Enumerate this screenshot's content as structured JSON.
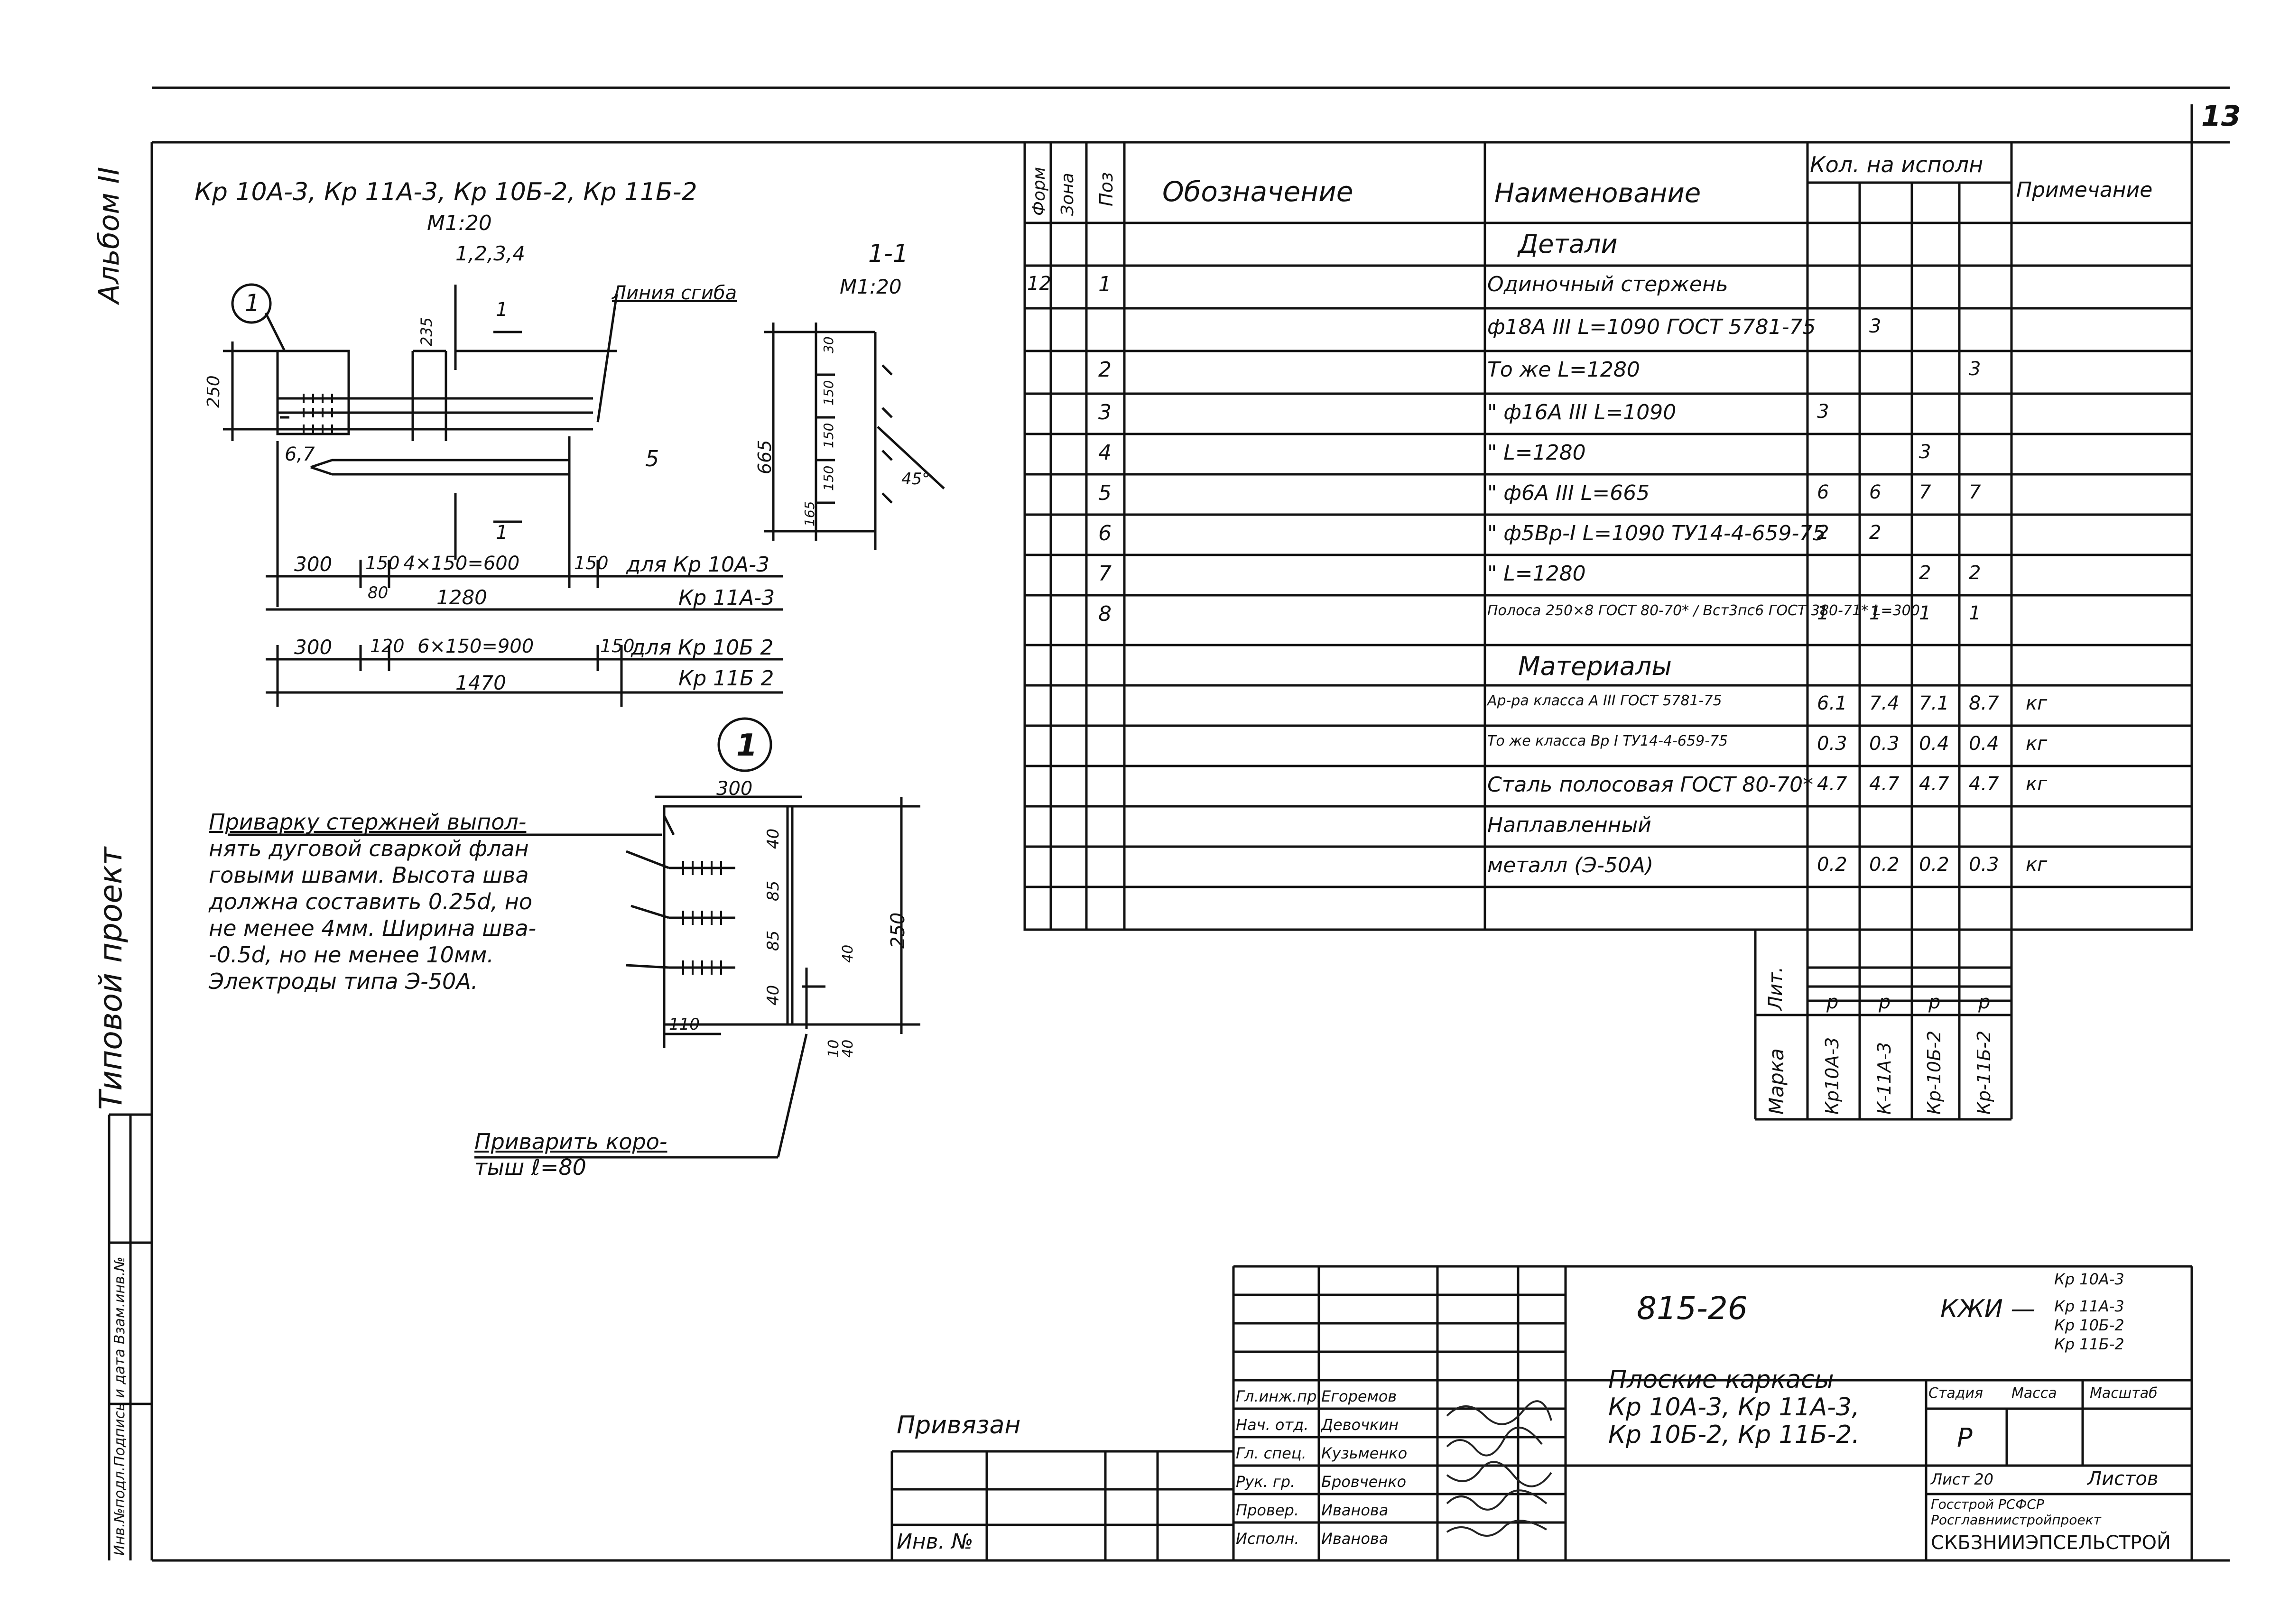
{
  "sheet": {
    "sheet_number": "13",
    "left_margin": {
      "album": "Альбом II",
      "project": "Типовой проект",
      "inv_box": "Инв.№подл.Подпись и дата Взам.инв.№"
    }
  },
  "drawing": {
    "title": "Кр 10А-3, Кр 11А-3, Кр 10Б-2, Кр 11Б-2",
    "scale": "М1:20",
    "positions_label": "1,2,3,4",
    "callout_1": "1",
    "bend_line": "Линия сгиба",
    "section_label": "1-1",
    "section_scale": "М1:20",
    "section_mark": "1",
    "pos_5": "5",
    "pos_67": "6,7",
    "dim_250": "250",
    "dim_235": "235",
    "dim_665": "665",
    "dim_section": [
      "30",
      "150",
      "150",
      "150",
      "165"
    ],
    "angle": "45°",
    "dims_row1": [
      "300",
      "150",
      "4×150=600",
      "150"
    ],
    "dim_80": "80",
    "total_1": "1280",
    "for_1a": "для Кр 10А-3",
    "for_1b": "Кр 11А-3",
    "dims_row2": [
      "300",
      "120",
      "6×150=900",
      "150"
    ],
    "total_2": "1470",
    "for_2a": "для Кр 10Б 2",
    "for_2b": "Кр 11Б 2"
  },
  "detail": {
    "callout": "1",
    "dim_top": "300",
    "dims_right": [
      "40",
      "85",
      "85",
      "40"
    ],
    "dim_250": "250",
    "dim_110": "110",
    "dim_10": "10",
    "dim_40": "40",
    "dim_40b": "40",
    "weld_note_lines": [
      "Приварку стержней выпол-",
      "нять дуговой сваркой флан",
      "говыми швами. Высота шва",
      "должна составить 0.25d, но",
      "не менее 4мм. Ширина шва-",
      "-0.5d, но не менее 10мм.",
      "Электроды типа Э-50А."
    ],
    "tack_note_lines": [
      "Приварить коро-",
      "тыш ℓ=80"
    ]
  },
  "spec": {
    "headers": {
      "format": "Форм",
      "zone": "Зона",
      "pos": "Поз",
      "designation": "Обозначение",
      "name": "Наименование",
      "qty": "Кол. на исполн",
      "note": "Примечание"
    },
    "rows": [
      {
        "fmt": "",
        "pos": "",
        "name": "Детали",
        "q": [
          "",
          "",
          "",
          ""
        ],
        "note": ""
      },
      {
        "fmt": "12",
        "pos": "1",
        "name": "Одиночный стержень",
        "q": [
          "",
          "",
          "",
          ""
        ],
        "note": ""
      },
      {
        "fmt": "",
        "pos": "",
        "name": "ф18А III L=1090 ГОСТ 5781-75",
        "q": [
          "",
          "3",
          "",
          ""
        ],
        "note": ""
      },
      {
        "fmt": "",
        "pos": "2",
        "name": "То же   L=1280",
        "q": [
          "",
          "",
          "",
          "3"
        ],
        "note": ""
      },
      {
        "fmt": "",
        "pos": "3",
        "name": "\"  ф16А III  L=1090",
        "q": [
          "3",
          "",
          "",
          ""
        ],
        "note": ""
      },
      {
        "fmt": "",
        "pos": "4",
        "name": "\"         L=1280",
        "q": [
          "",
          "",
          "3",
          ""
        ],
        "note": ""
      },
      {
        "fmt": "",
        "pos": "5",
        "name": "\"  ф6А III   L=665",
        "q": [
          "6",
          "6",
          "7",
          "7"
        ],
        "note": ""
      },
      {
        "fmt": "",
        "pos": "6",
        "name": "\" ф5Вр-I L=1090 ТУ14-4-659-75",
        "q": [
          "2",
          "2",
          "",
          ""
        ],
        "note": ""
      },
      {
        "fmt": "",
        "pos": "7",
        "name": "\"          L=1280",
        "q": [
          "",
          "",
          "2",
          "2"
        ],
        "note": ""
      },
      {
        "fmt": "",
        "pos": "8",
        "name": "Полоса 250×8 ГОСТ 80-70* / Вст3пс6 ГОСТ 380-71* L=300",
        "q": [
          "1",
          "1",
          "1",
          "1"
        ],
        "note": ""
      },
      {
        "fmt": "",
        "pos": "",
        "name": "Материалы",
        "q": [
          "",
          "",
          "",
          ""
        ],
        "note": ""
      },
      {
        "fmt": "",
        "pos": "",
        "name": "Ар-ра класса А III ГОСТ 5781-75",
        "q": [
          "6.1",
          "7.4",
          "7.1",
          "8.7"
        ],
        "note": "кг"
      },
      {
        "fmt": "",
        "pos": "",
        "name": "То же класса Вр I ТУ14-4-659-75",
        "q": [
          "0.3",
          "0.3",
          "0.4",
          "0.4"
        ],
        "note": "кг"
      },
      {
        "fmt": "",
        "pos": "",
        "name": "Сталь полосовая ГОСТ 80-70*",
        "q": [
          "4.7",
          "4.7",
          "4.7",
          "4.7"
        ],
        "note": "кг"
      },
      {
        "fmt": "",
        "pos": "",
        "name": "Наплавленный",
        "q": [
          "",
          "",
          "",
          ""
        ],
        "note": ""
      },
      {
        "fmt": "",
        "pos": "",
        "name": "металл (Э-50А)",
        "q": [
          "0.2",
          "0.2",
          "0.2",
          "0.3"
        ],
        "note": "кг"
      }
    ],
    "lit_label": "Лит.",
    "lit": [
      "р",
      "р",
      "р",
      "р"
    ],
    "mark_label": "Марка",
    "marks": [
      "Кр10А-3",
      "К-11А-3",
      "Кр-10Б-2",
      "Кр-11Б-2"
    ]
  },
  "title_block": {
    "doc_number": "815-26",
    "code": "КЖИ —",
    "code_marks": [
      "Кр 10А-3",
      "Кр 11А-3",
      "Кр 10Б-2",
      "Кр 11Б-2"
    ],
    "name_lines": [
      "Плоские каркасы",
      "Кр 10А-3, Кр 11А-3,",
      "Кр 10Б-2, Кр 11Б-2."
    ],
    "stage_label": "Стадия",
    "mass_label": "Масса",
    "scale_label": "Масштаб",
    "stage_value": "Р",
    "sheet_label": "Лист 20",
    "sheets_label": "Листов",
    "org_lines": [
      "Госстрой РСФСР",
      "Росглавниистройпроект",
      "СКБЗНИИЭПСЕЛЬСТРОЙ"
    ],
    "bound": "Привязан",
    "inv": "Инв. №",
    "roles": [
      "Гл.инж.пр.",
      "Нач. отд.",
      "Гл. спец.",
      "Рук. гр.",
      "Провер.",
      "Исполн."
    ],
    "names": [
      "Егоремов",
      "Девочкин",
      "Кузьменко",
      "Бровченко",
      "Иванова",
      "Иванова"
    ]
  }
}
